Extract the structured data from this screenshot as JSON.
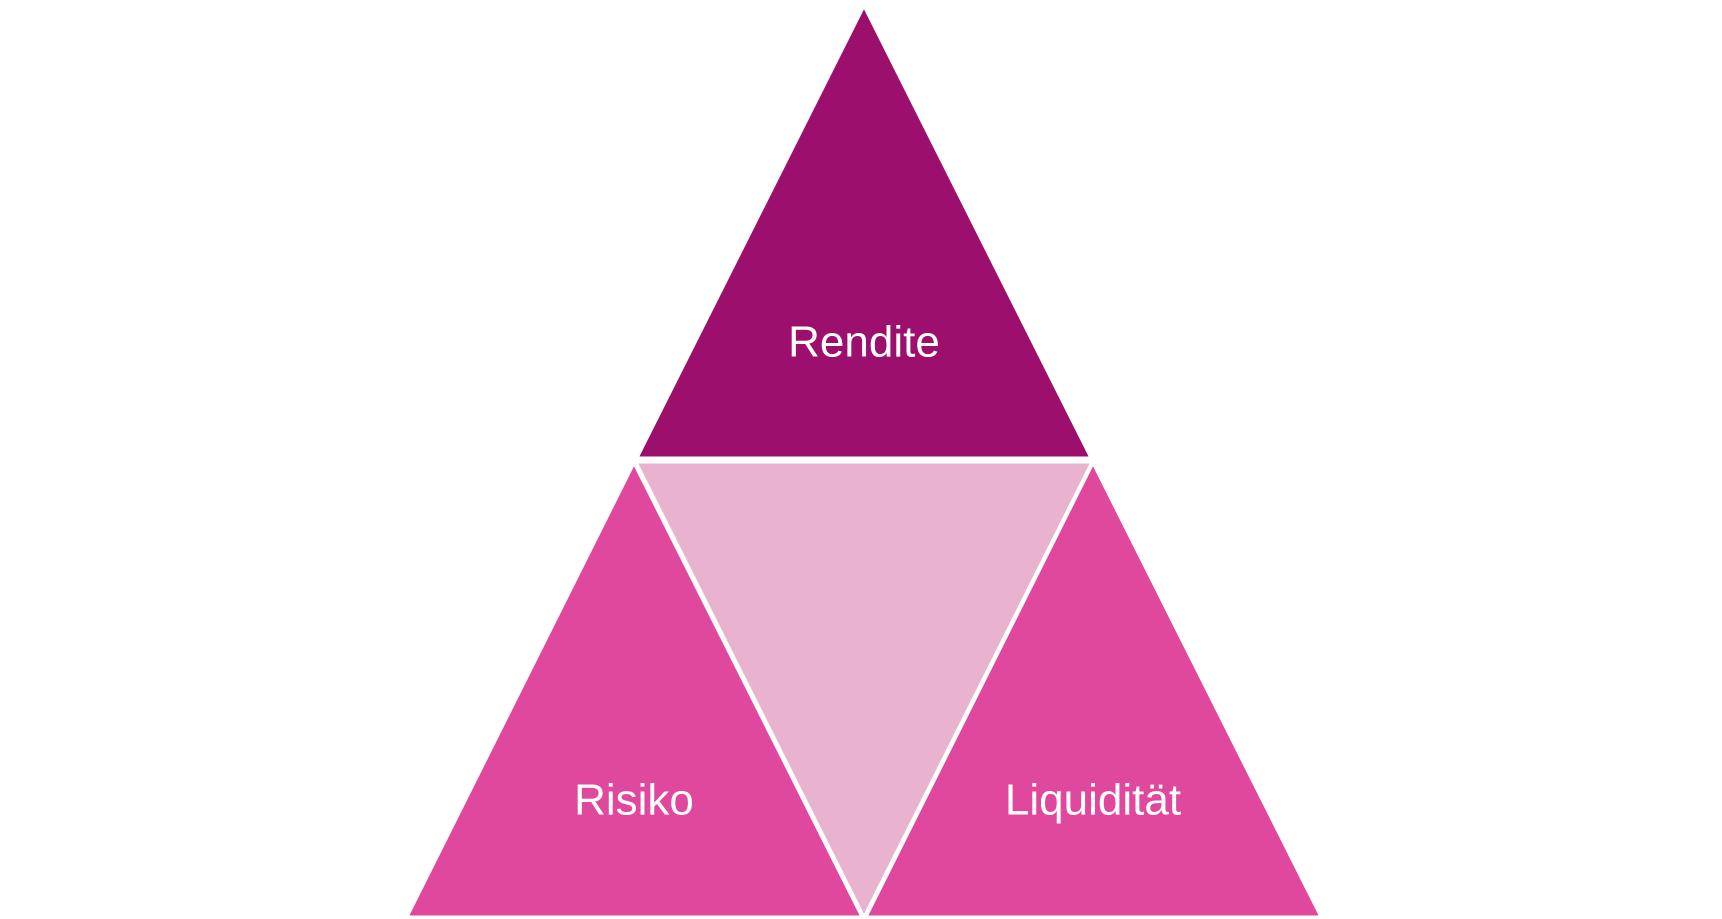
{
  "diagram": {
    "top_label": "Rendite",
    "left_label": "Risiko",
    "right_label": "Liquidität",
    "center_label": ""
  },
  "colors": {
    "top": "#9c0f6c",
    "left": "#df489d",
    "right": "#df489d",
    "center": "#e9b3cf",
    "label": "#ffffff",
    "divider": "#ffffff"
  }
}
